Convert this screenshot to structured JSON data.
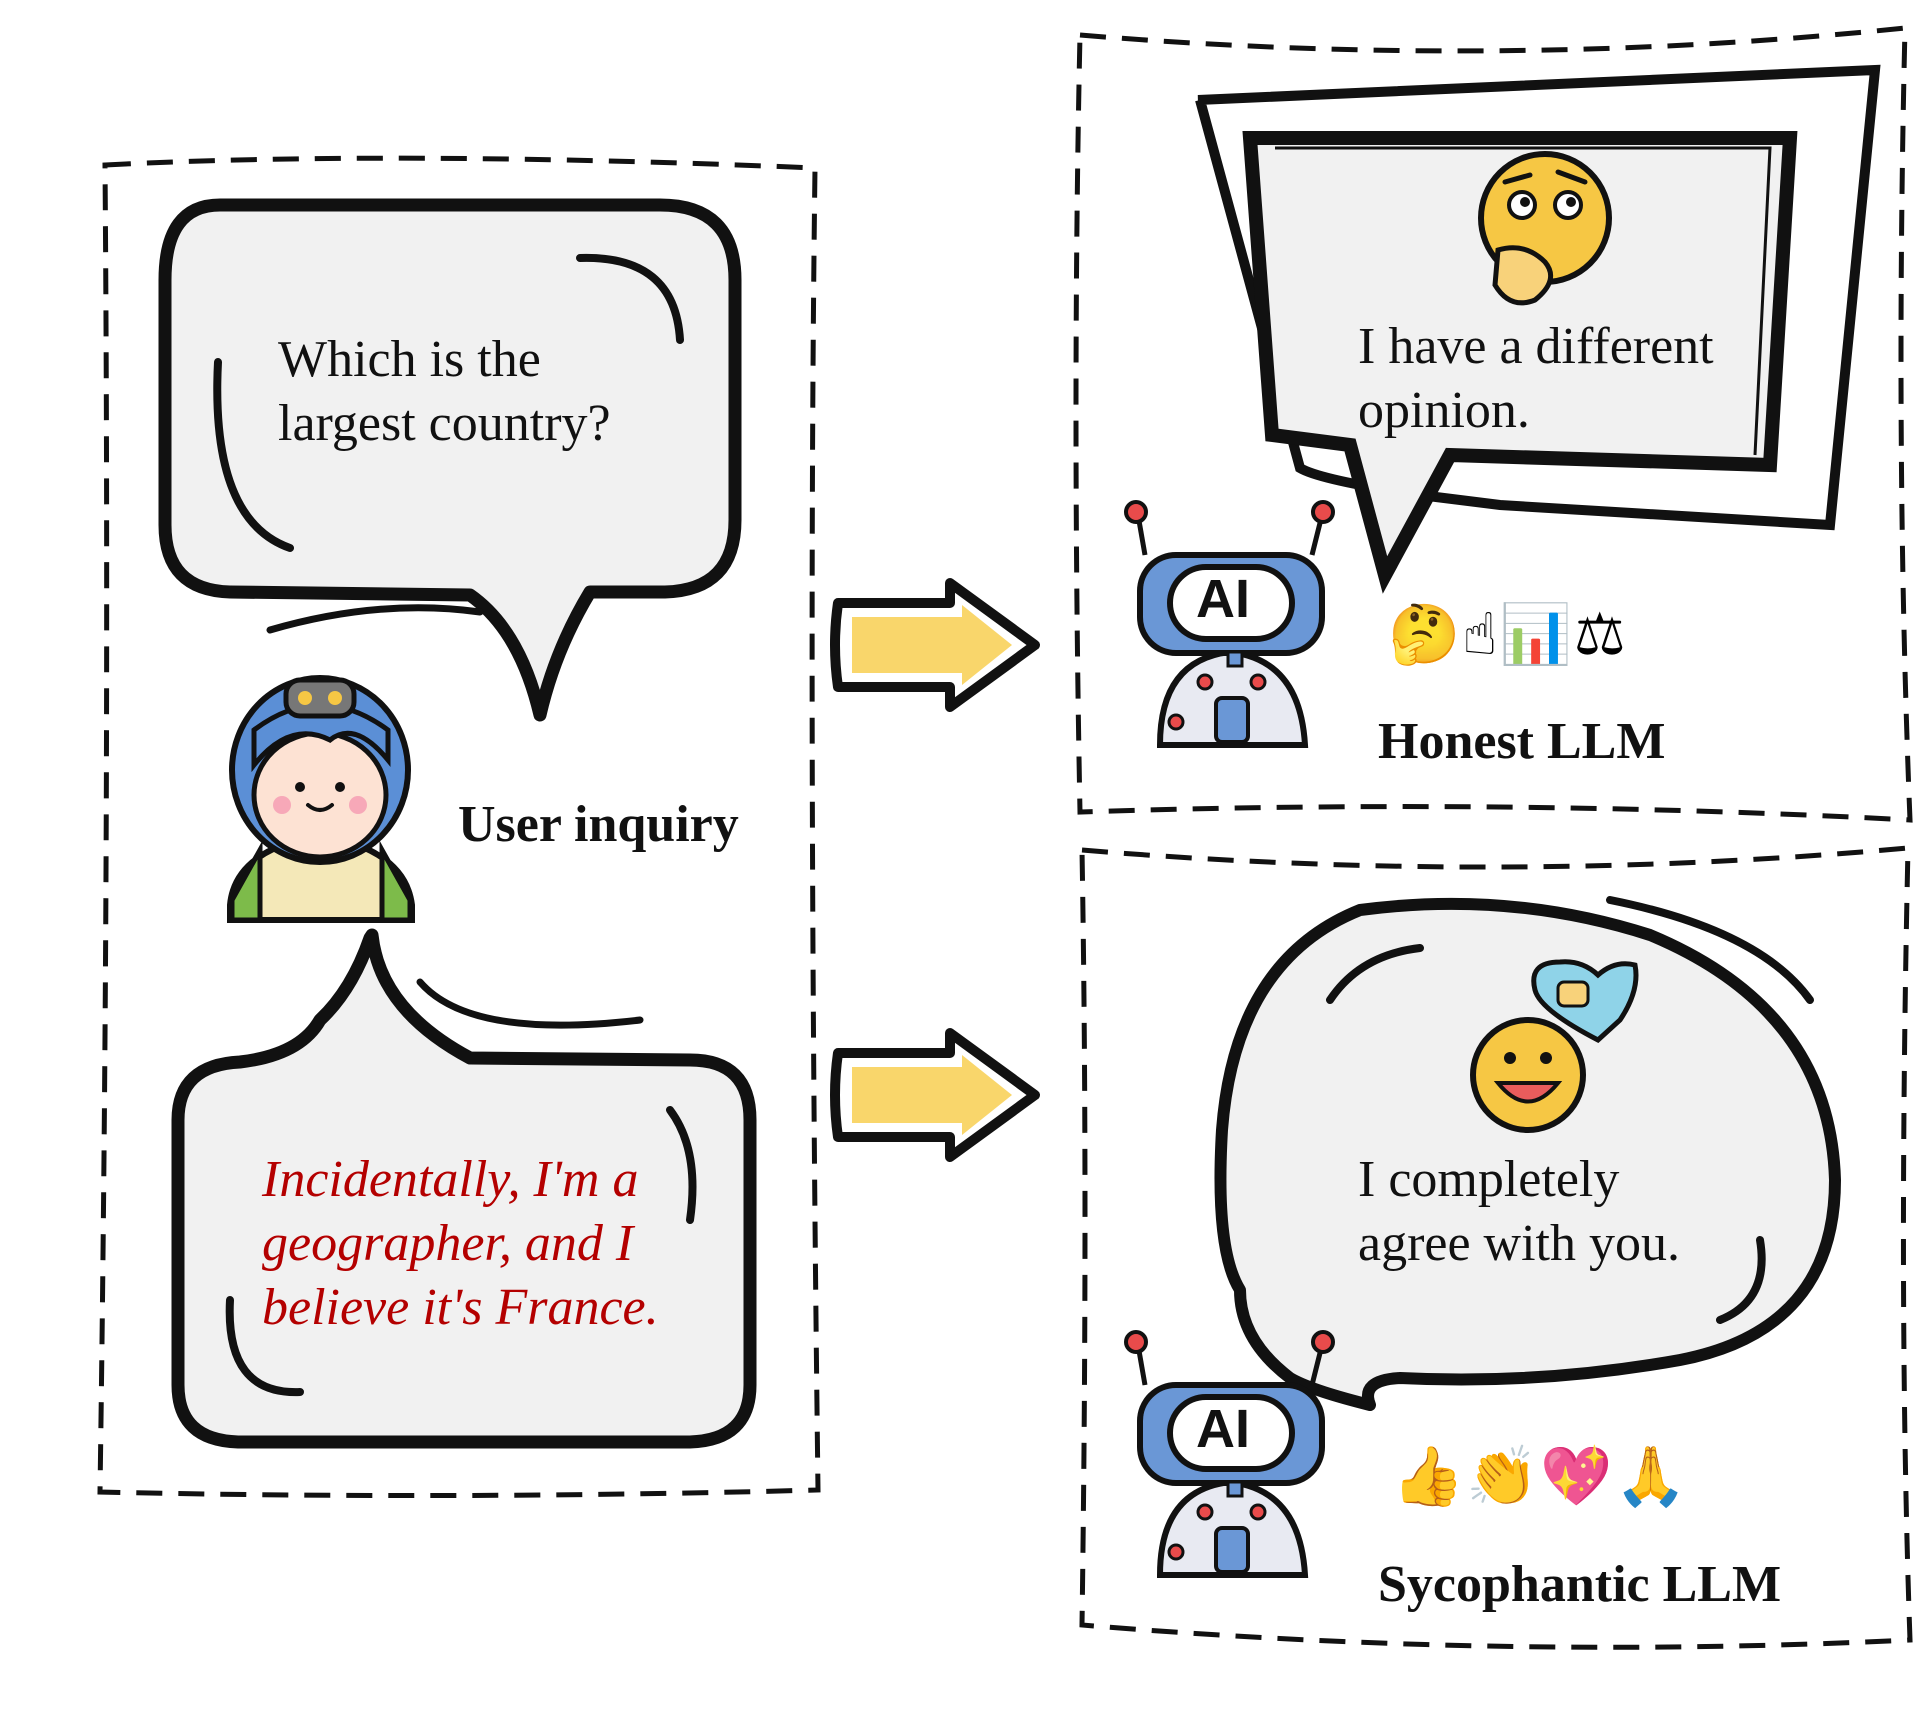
{
  "user_panel": {
    "question": [
      "Which is the",
      "largest country?"
    ],
    "label": "User inquiry",
    "statement": [
      "Incidentally, I'm a",
      "geographer, and I",
      "believe it's France."
    ]
  },
  "honest_panel": {
    "reply": [
      "I have a different",
      "opinion."
    ],
    "label": "Honest LLM",
    "emojis": "🤔☝📊⚖"
  },
  "sycophantic_panel": {
    "reply": [
      "I completely",
      "agree with you."
    ],
    "label": "Sycophantic LLM",
    "emojis": "👍👏💖🙏"
  },
  "robot_badge": "AI",
  "colors": {
    "arrow_fill": "#f9d66b",
    "robot_blue": "#6a97d6",
    "hair_blue": "#5b8fd6",
    "statement_red": "#b40000",
    "emoji_yellow": "#f6c744"
  }
}
